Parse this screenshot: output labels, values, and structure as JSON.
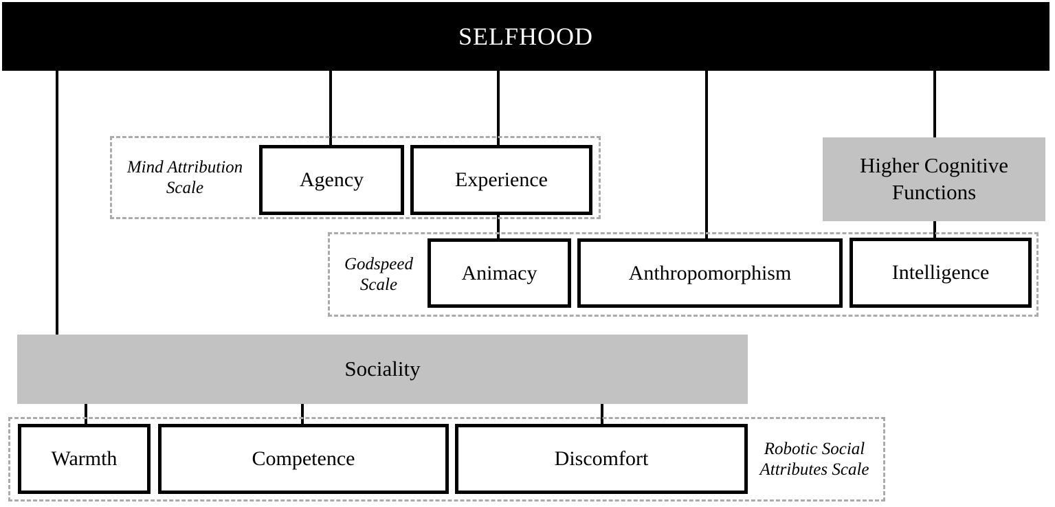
{
  "diagram_title": "SELFHOOD",
  "nodes": {
    "selfhood": "SELFHOOD",
    "agency": "Agency",
    "experience": "Experience",
    "higher_cognitive_functions": "Higher Cognitive Functions",
    "animacy": "Animacy",
    "anthropomorphism": "Anthropomorphism",
    "intelligence": "Intelligence",
    "sociality": "Sociality",
    "warmth": "Warmth",
    "competence": "Competence",
    "discomfort": "Discomfort"
  },
  "scale_groups": {
    "mind_attribution": {
      "label": "Mind Attribution Scale",
      "members": [
        "Agency",
        "Experience"
      ]
    },
    "godspeed": {
      "label": "Godspeed Scale",
      "members": [
        "Animacy",
        "Anthropomorphism",
        "Intelligence"
      ]
    },
    "robotic_social_attributes": {
      "label": "Robotic Social Attributes Scale",
      "members": [
        "Warmth",
        "Competence",
        "Discomfort"
      ]
    }
  },
  "edges": [
    "SELFHOOD -> Sociality",
    "SELFHOOD -> Agency",
    "SELFHOOD -> Experience",
    "SELFHOOD -> Anthropomorphism",
    "SELFHOOD -> Higher Cognitive Functions",
    "Experience -> Animacy",
    "Higher Cognitive Functions -> Intelligence",
    "Sociality -> Warmth",
    "Sociality -> Competence",
    "Sociality -> Discomfort"
  ],
  "colors": {
    "header_bg": "#000000",
    "header_text": "#ffffff",
    "gray_box_fill": "#c2c2c2",
    "dashed_border": "#ababab",
    "node_border": "#000000",
    "background": "#ffffff"
  }
}
